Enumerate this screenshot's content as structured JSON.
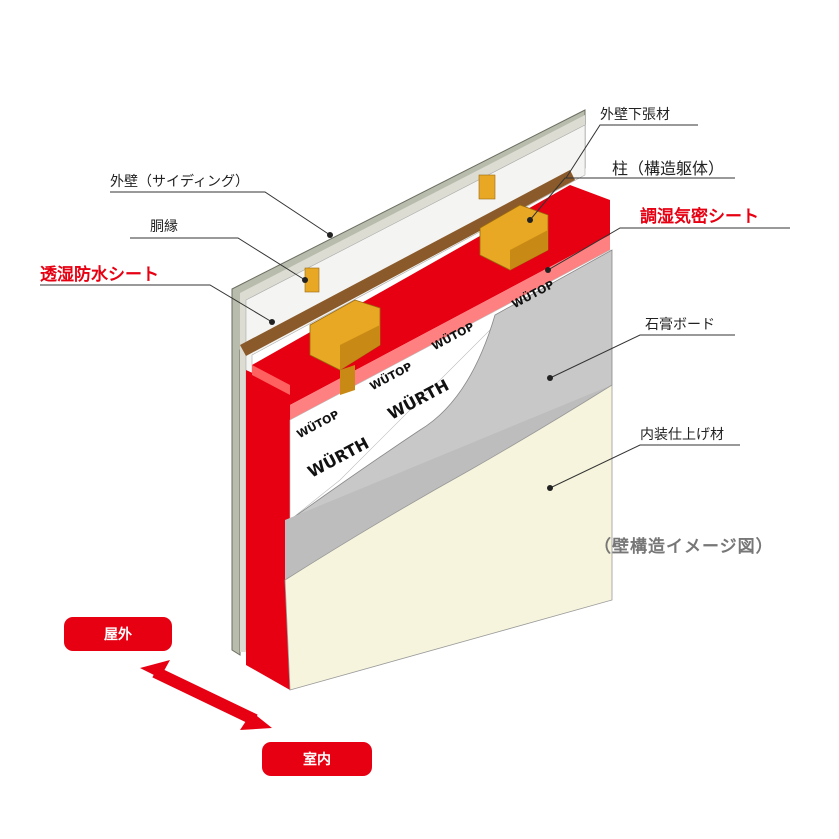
{
  "labels": {
    "outer_wall_base": "外壁下張材",
    "outer_wall": "外壁（サイディング）",
    "pillar": "柱（構造躯体）",
    "furring": "胴縁",
    "vapor_sheet": "調湿気密シート",
    "breathable_sheet": "透湿防水シート",
    "gypsum_board": "石膏ボード",
    "interior_finish": "内装仕上げ材"
  },
  "caption": "（壁構造イメージ図）",
  "arrows": {
    "outside": "屋外",
    "inside": "室内"
  },
  "brand": {
    "wutop": "WÜTOP",
    "wurth": "WÜRTH"
  },
  "colors": {
    "accent_red": "#e60012",
    "gypsum": "#c8c8c8",
    "interior": "#f6f4dc",
    "siding": "#b8bcac",
    "timber": "#e8a823"
  }
}
